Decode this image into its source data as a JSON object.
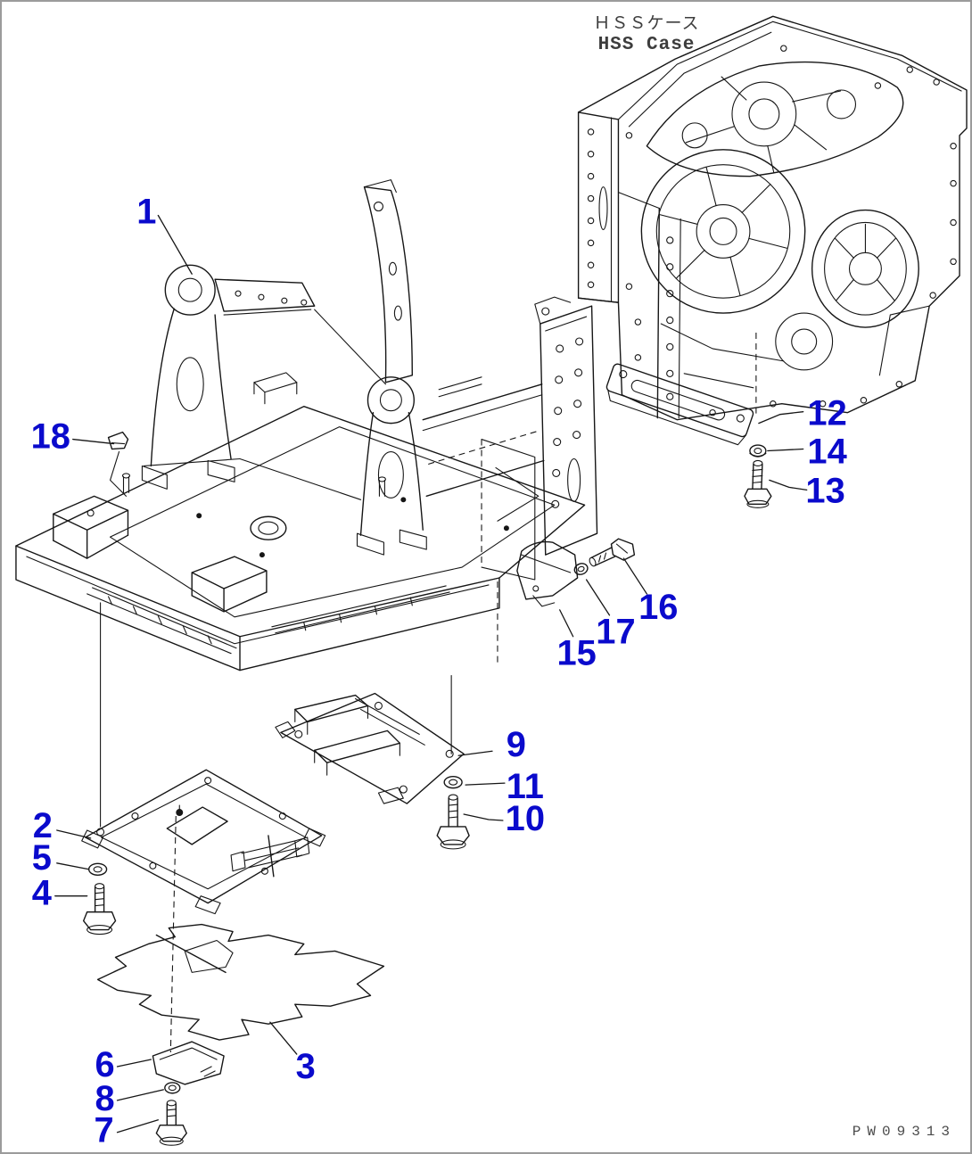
{
  "page": {
    "background": "#ffffff",
    "border_color": "#9b9b9b"
  },
  "title": {
    "japanese": "ＨＳＳケース",
    "english": "HSS Case"
  },
  "drawing_number": "PW09313",
  "style": {
    "callout_color": "#0a0acc",
    "line_color": "#161616",
    "annotation_color": "#3d3d3d"
  },
  "callouts": [
    {
      "label": "1"
    },
    {
      "label": "2"
    },
    {
      "label": "3"
    },
    {
      "label": "4"
    },
    {
      "label": "5"
    },
    {
      "label": "6"
    },
    {
      "label": "7"
    },
    {
      "label": "8"
    },
    {
      "label": "9"
    },
    {
      "label": "10"
    },
    {
      "label": "11"
    },
    {
      "label": "12"
    },
    {
      "label": "13"
    },
    {
      "label": "14"
    },
    {
      "label": "15"
    },
    {
      "label": "16"
    },
    {
      "label": "17"
    },
    {
      "label": "18"
    }
  ]
}
